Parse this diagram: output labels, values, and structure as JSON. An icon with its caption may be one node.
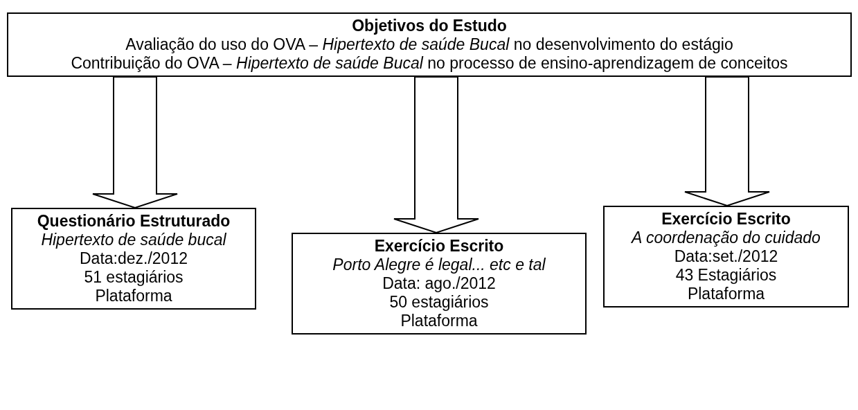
{
  "diagram": {
    "nodes": [
      {
        "text": [
          "Objetivos do Estudo",
          "Avaliação do uso do OVA – *Hipertexto de saúde Bucal* no desenvolvimento do estágio",
          "Contribuição do OVA – *Hipertexto de saúde Bucal* no processo de ensino-aprendizagem de conceitos"
        ]
      },
      {
        "text": [
          "Questionário Estruturado",
          "Hipertexto de saúde bucal",
          "Data:dez./2012",
          "51 estagiários",
          "Plataforma"
        ]
      },
      {
        "text": [
          "Exercício Escrito",
          "Porto Alegre é legal... etc e tal",
          "Data: ago./2012",
          "50 estagiários",
          "Plataforma"
        ]
      },
      {
        "text": [
          "Exercício Escrito",
          "A coordenação do cuidado",
          "Data:set./2012",
          "43 Estagiários",
          "Plataforma"
        ]
      }
    ],
    "edges": [
      {
        "from": 0,
        "to": 1,
        "arrow": "to"
      },
      {
        "from": 0,
        "to": 2,
        "arrow": "to"
      },
      {
        "from": 0,
        "to": 3,
        "arrow": "to"
      }
    ]
  }
}
